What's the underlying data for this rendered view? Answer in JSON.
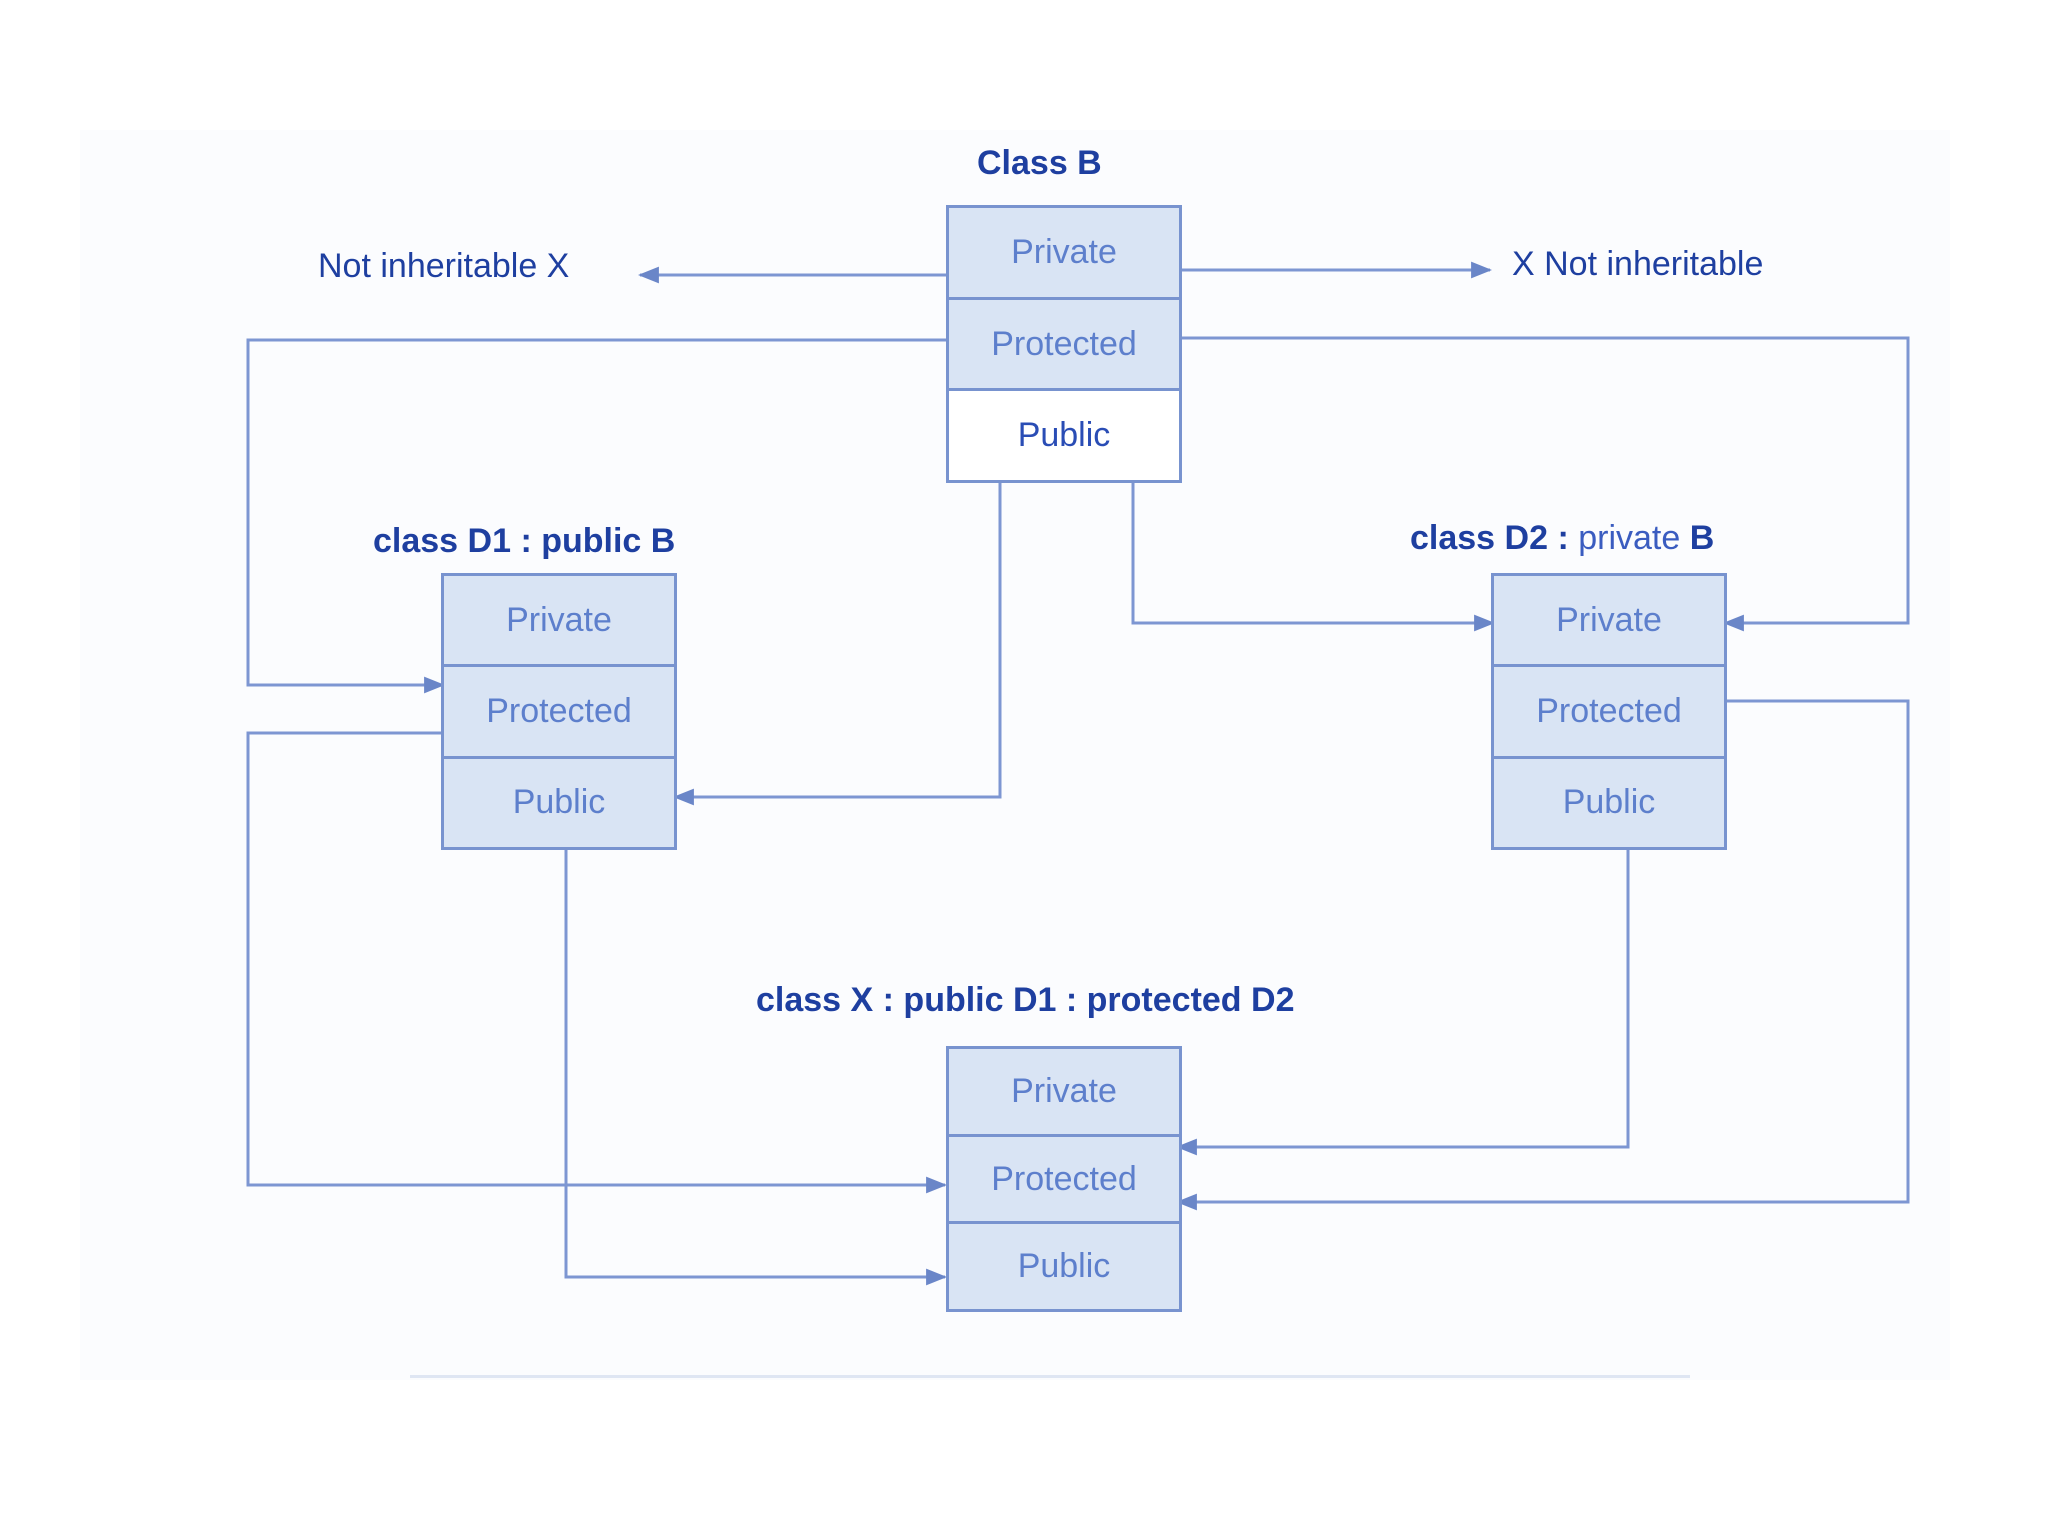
{
  "diagram": {
    "class_b": {
      "title": "Class B",
      "sections": [
        "Private",
        "Protected",
        "Public"
      ]
    },
    "class_d1": {
      "title": "class D1 : public B",
      "sections": [
        "Private",
        "Protected",
        "Public"
      ]
    },
    "class_d2": {
      "title_bold": "class D2",
      "title_sep": " : ",
      "title_light": "private",
      "title_end": " B",
      "sections": [
        "Private",
        "Protected",
        "Public"
      ]
    },
    "class_x": {
      "title": "class X : public D1 : protected D2",
      "sections": [
        "Private",
        "Protected",
        "Public"
      ]
    },
    "notes": {
      "left": "Not inheritable X",
      "right": "X Not inheritable"
    },
    "colors": {
      "text": "#1e3fa0",
      "box_border": "#7893cf",
      "box_fill": "#d9e4f4",
      "connector": "#7d96d2"
    }
  }
}
